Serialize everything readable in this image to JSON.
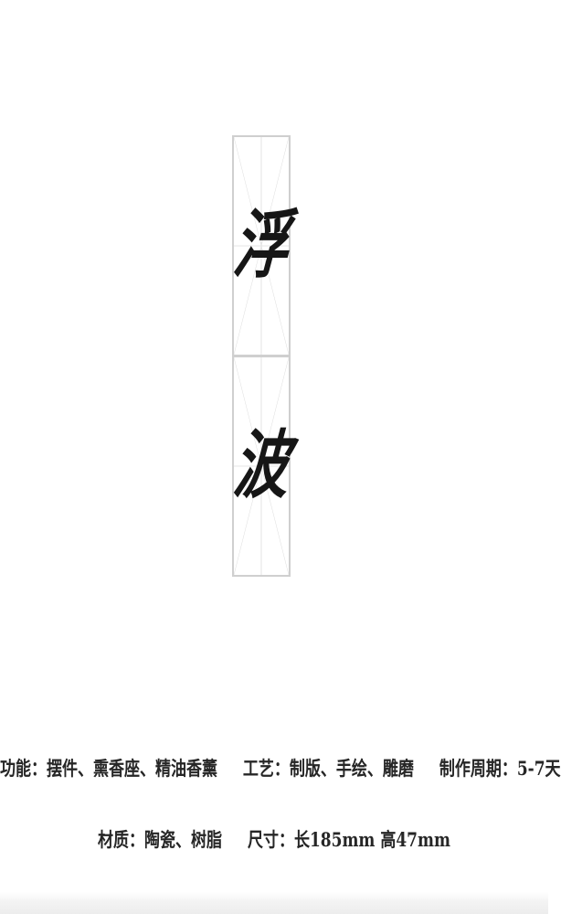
{
  "title_characters": [
    "浮",
    "波"
  ],
  "specs": {
    "line1": [
      "功能：摆件、熏香座、精油香薰",
      "工艺：制版、手绘、雕磨",
      "制作周期：5-7天"
    ],
    "line2": [
      "材质：陶瓷、树脂",
      "尺寸：长185mm 高47mm"
    ]
  }
}
